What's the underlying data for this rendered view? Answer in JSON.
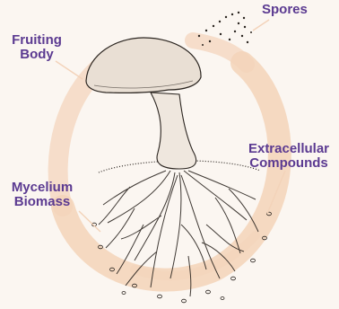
{
  "labels": {
    "fruiting_body": [
      "Fruiting",
      "Body"
    ],
    "spores": "Spores",
    "extracellular": [
      "Extracellular",
      "Compounds"
    ],
    "mycelium": [
      "Mycelium",
      "Biomass"
    ]
  },
  "colors": {
    "background": "#fbf6f1",
    "ring": "#f3d3b9",
    "label": "#5b3a91",
    "ink": "#2b2520"
  }
}
